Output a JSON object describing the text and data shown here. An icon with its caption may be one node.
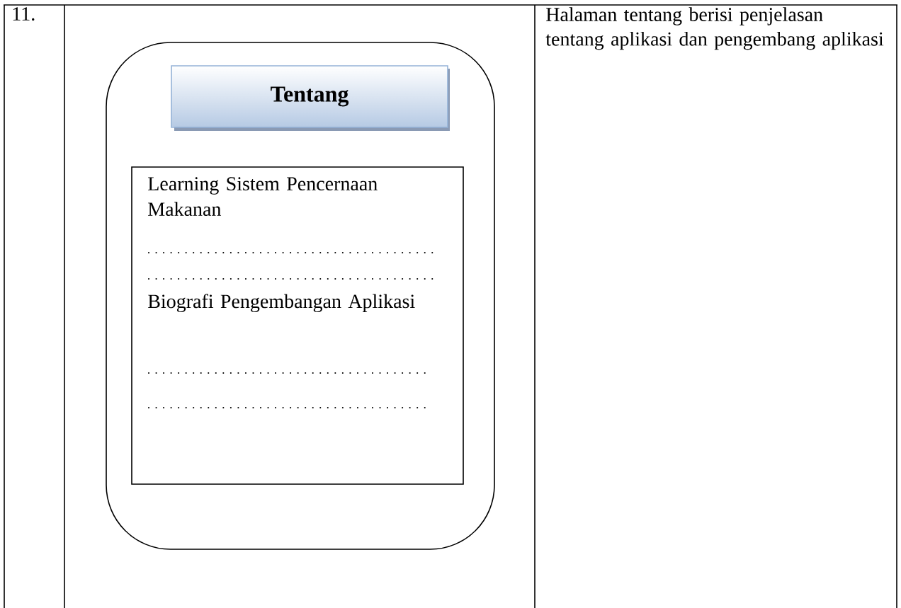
{
  "diagram": {
    "nodes": [
      {
        "text": [],
        "shape": "box"
      },
      {
        "text": [
          "Tentang"
        ],
        "in": 0
      },
      {
        "text": [
          "Learning Sistem Pencernaan Makanan",
          "Biografi Pengembangan Aplikasi"
        ],
        "in": 0
      }
    ],
    "labels": [
      "11.",
      "Halaman tentang berisi penjelasan tentang aplikasi dan pengembang aplikasi"
    ]
  }
}
